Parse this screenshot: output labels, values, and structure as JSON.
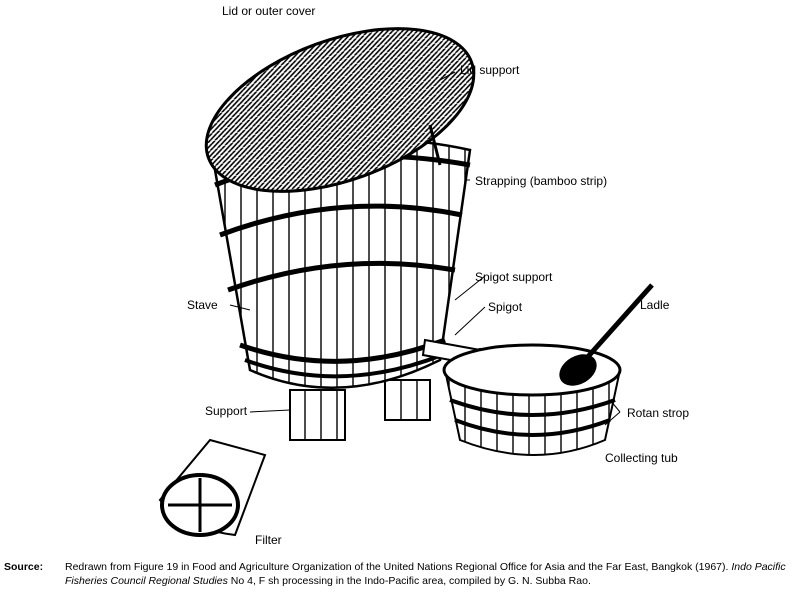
{
  "labels": {
    "lid": "Lid or outer cover",
    "lid_support": "Lid support",
    "strapping": "Strapping (bamboo strip)",
    "spigot_support": "Spigot support",
    "spigot": "Spigot",
    "ladle": "Ladle",
    "stave": "Stave",
    "support": "Support",
    "rotan_strop": "Rotan strop",
    "collecting_tub": "Collecting tub",
    "filter": "Filter"
  },
  "source": {
    "key": "Source:",
    "text_1": "Redrawn from Figure 19 in Food and Agriculture Organization of the United Nations Regional Office for Asia and the Far East, Bangkok (1967). ",
    "italic": "Indo Pacific Fisheries Council Regional Studies",
    "text_2": " No 4, F sh processing in the Indo-Pacific area, compiled by G. N. Subba Rao."
  }
}
